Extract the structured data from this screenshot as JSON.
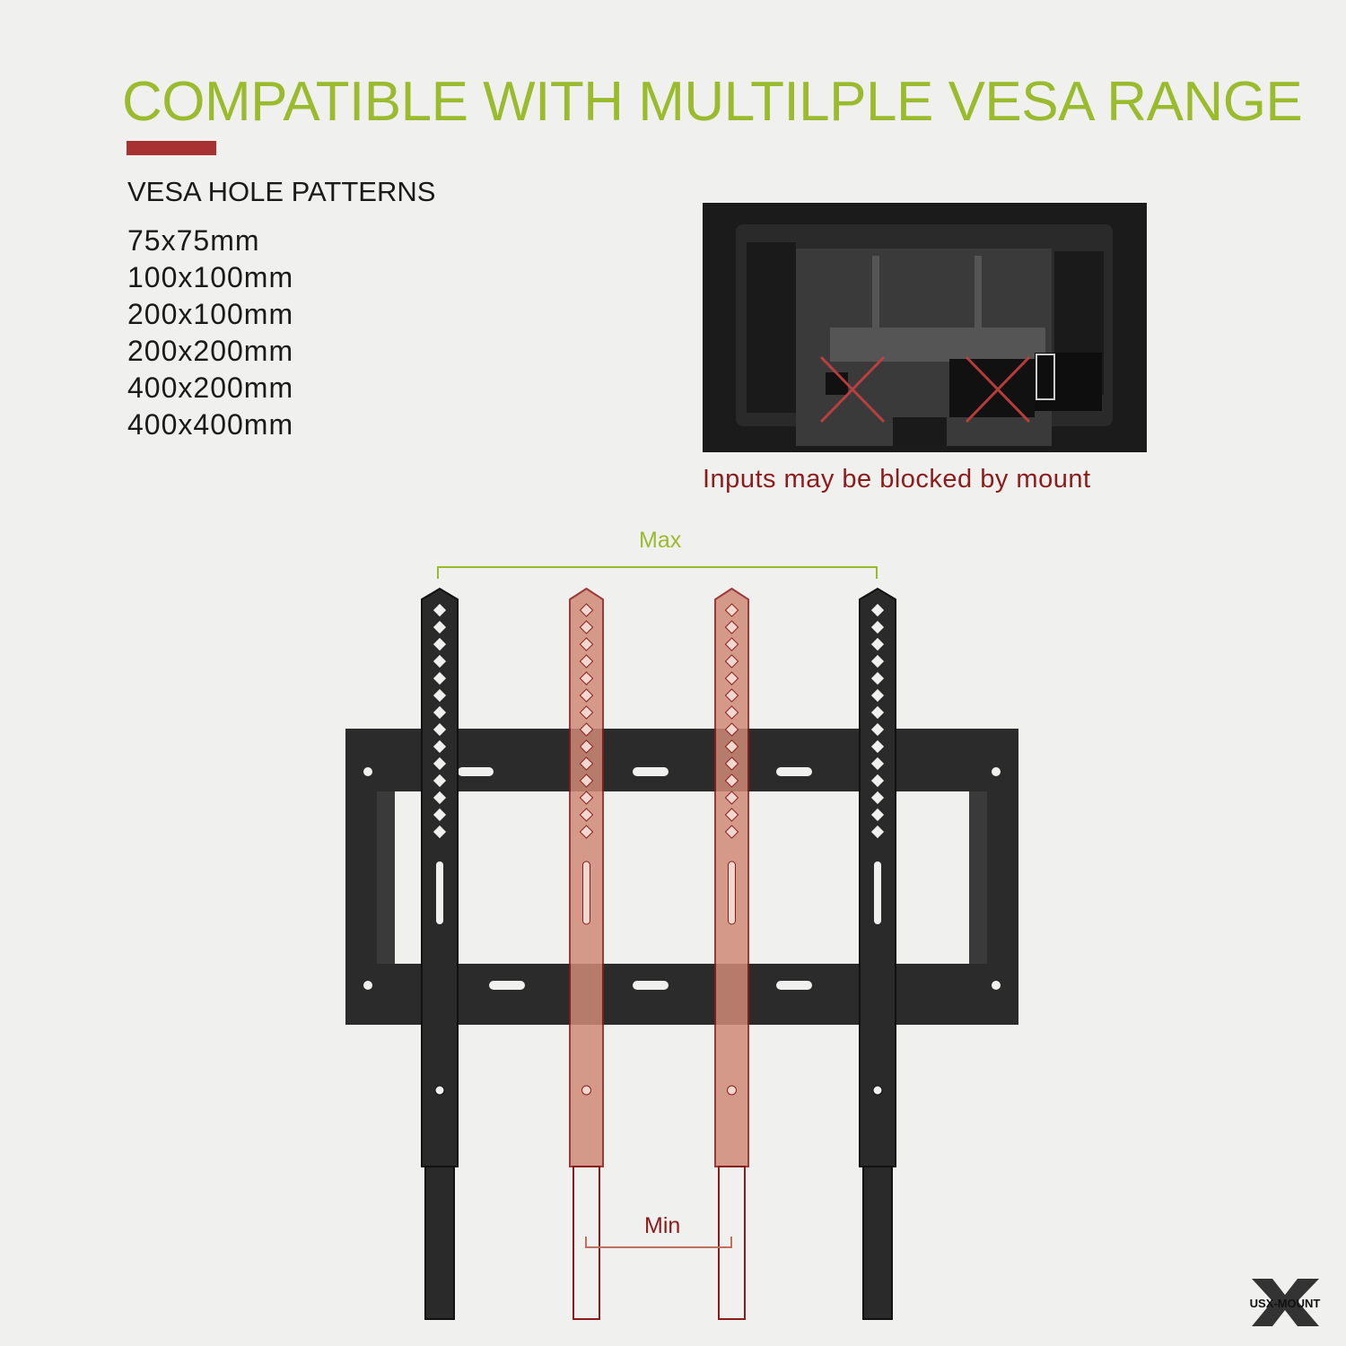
{
  "title": "COMPATIBLE WITH MULTILPLE VESA RANGE",
  "vesa": {
    "heading": "VESA HOLE PATTERNS",
    "patterns": [
      "75x75mm",
      "100x100mm",
      "200x100mm",
      "200x200mm",
      "400x200mm",
      "400x400mm"
    ]
  },
  "photo_caption": "Inputs may be blocked by mount",
  "diagram": {
    "max_label": "Max",
    "min_label": "Min"
  },
  "logo": "USX-MOUNT",
  "colors": {
    "accent_green": "#9bbb2f",
    "accent_red": "#a83232",
    "arm_highlight": "#d08a78",
    "background": "#f0f0ef"
  }
}
